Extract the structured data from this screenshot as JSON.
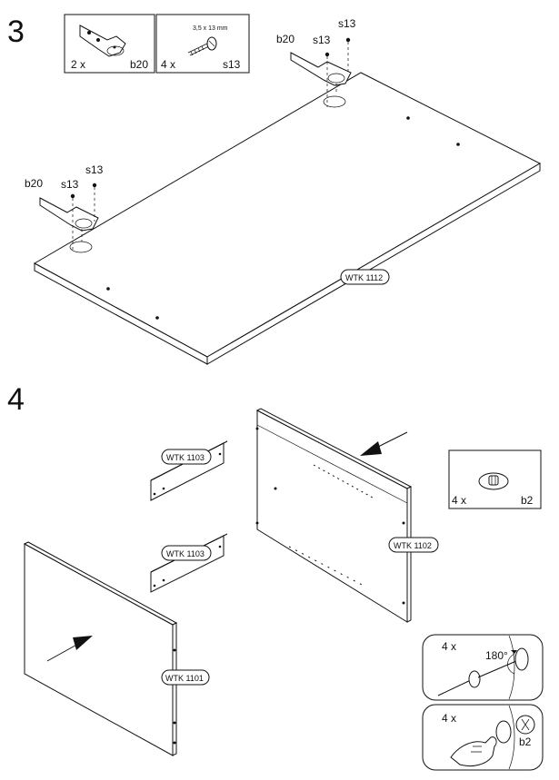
{
  "step3": {
    "number": "3",
    "parts_box": {
      "hinge_qty": "2 x",
      "hinge_code": "b20",
      "screw_spec": "3,5 x 13 mm",
      "screw_qty": "4 x",
      "screw_code": "s13"
    },
    "right_hinge": {
      "hinge_code": "b20",
      "screw_a": "s13",
      "screw_b": "s13"
    },
    "left_hinge": {
      "hinge_code": "b20",
      "screw_a": "s13",
      "screw_b": "s13"
    },
    "board_tag": "WTK 1112"
  },
  "step4": {
    "number": "4",
    "tag_rail_top": "WTK 1103",
    "tag_rail_bottom": "WTK 1103",
    "tag_back_panel": "WTK 1102",
    "tag_side_panel": "WTK 1101",
    "cam_box": {
      "qty": "4 x",
      "code": "b2"
    },
    "detail_rotate": {
      "qty": "4 x",
      "angle": "180°"
    },
    "detail_press": {
      "qty": "4 x",
      "code": "b2"
    }
  }
}
